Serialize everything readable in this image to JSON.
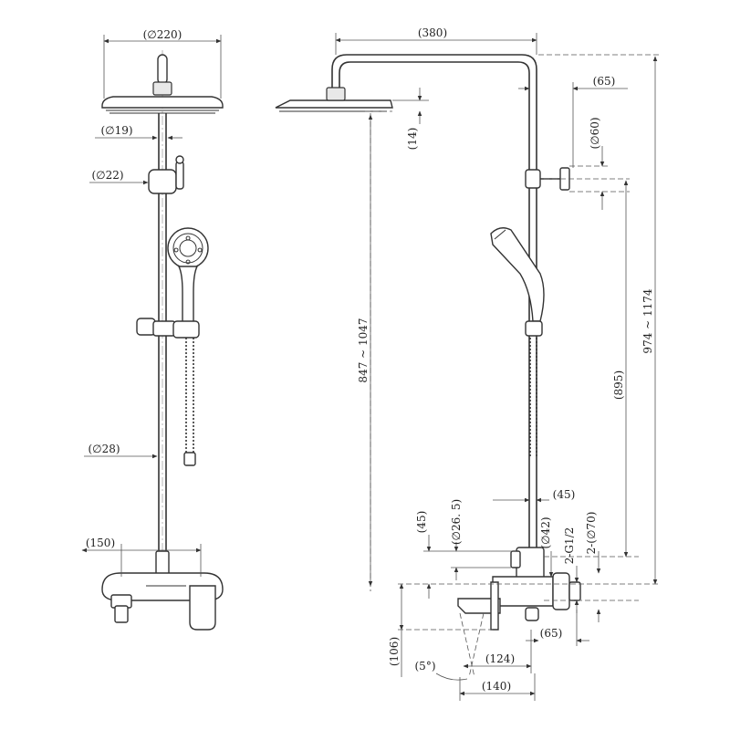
{
  "front_view": {
    "dim_overhead_dia": "(∅220)",
    "dim_top_pipe_dia": "(∅19)",
    "dim_holder_dia": "(∅22)",
    "dim_riser_dia": "(∅28)",
    "dim_centers": "(150)"
  },
  "side_view": {
    "dim_arm_reach": "(380)",
    "dim_wall_offset": "(65)",
    "dim_head_thickness": "(14)",
    "dim_bracket_dia": "(∅60)",
    "dim_head_height": "847 ~ 1047",
    "dim_total_height": "974 ~ 1174",
    "dim_riser_length": "(895)",
    "dim_valve_offset": "(45)",
    "dim_valve_height": "(45)",
    "dim_connector_dia": "(∅26. 5)",
    "dim_body_dia": "(∅42)",
    "dim_inlet_thread": "2-G1/2",
    "dim_flange_dia": "2-(∅70)",
    "dim_spout_height": "(106)",
    "dim_spout_angle": "(5°)",
    "dim_spout_reach": "(124)",
    "dim_handle_reach": "(140)",
    "dim_eccentric": "(65)"
  }
}
